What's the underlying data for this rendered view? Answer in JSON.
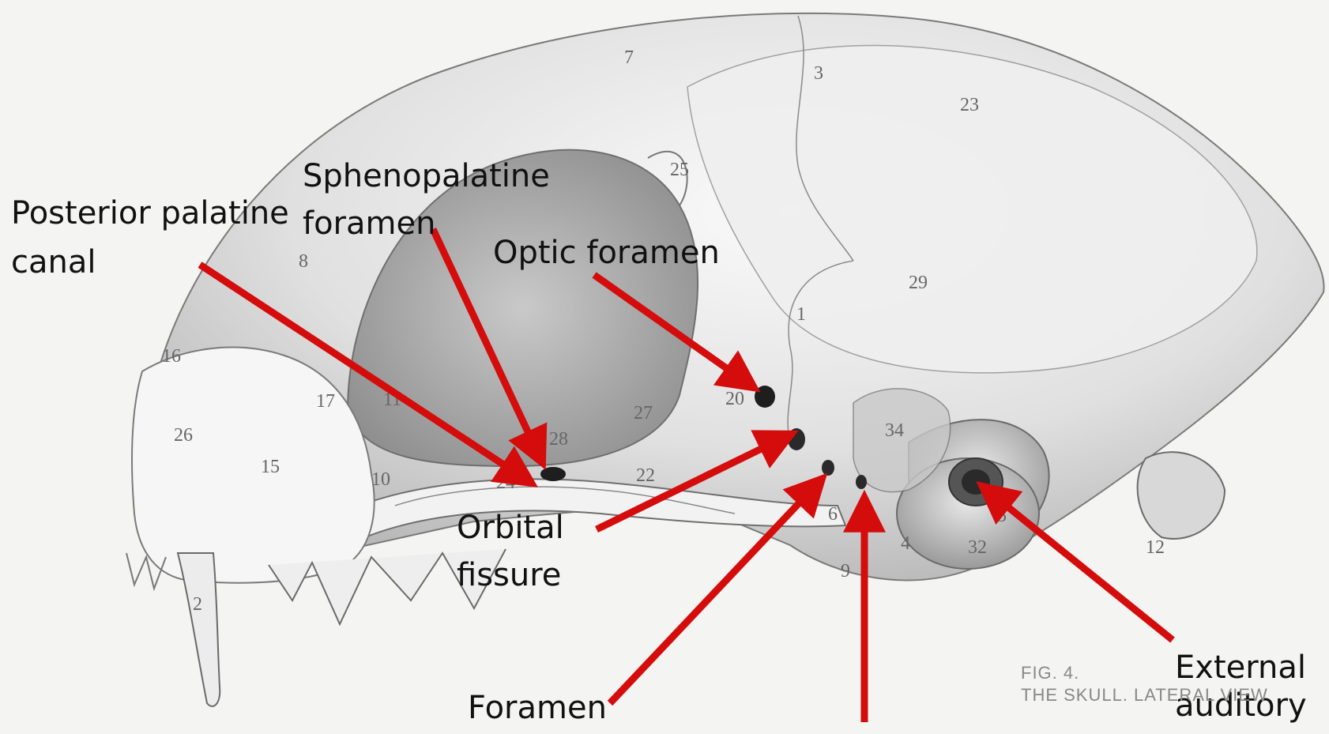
{
  "labels": {
    "posterior_palatine": [
      "Posterior palatine",
      "canal"
    ],
    "sphenopalatine": [
      "Sphenopalatine",
      "foramen"
    ],
    "optic": "Optic foramen",
    "orbital_fissure": [
      "Orbital",
      "fissure"
    ],
    "foramen": "Foramen",
    "external_auditory": [
      "External",
      "auditory"
    ]
  },
  "bone_numbers": [
    "7",
    "3",
    "23",
    "25",
    "8",
    "29",
    "1",
    "16",
    "17",
    "11",
    "27",
    "20",
    "26",
    "28",
    "15",
    "24",
    "10",
    "22",
    "34",
    "6",
    "4",
    "32",
    "9",
    "2",
    "12",
    "5"
  ],
  "figure_caption": {
    "line1": "FIG. 4.",
    "line2": "THE SKULL. LATERAL VIEW"
  },
  "colors": {
    "arrow": "#d40c0c",
    "skull_shade": "#c8c8c8",
    "text": "#111111"
  }
}
